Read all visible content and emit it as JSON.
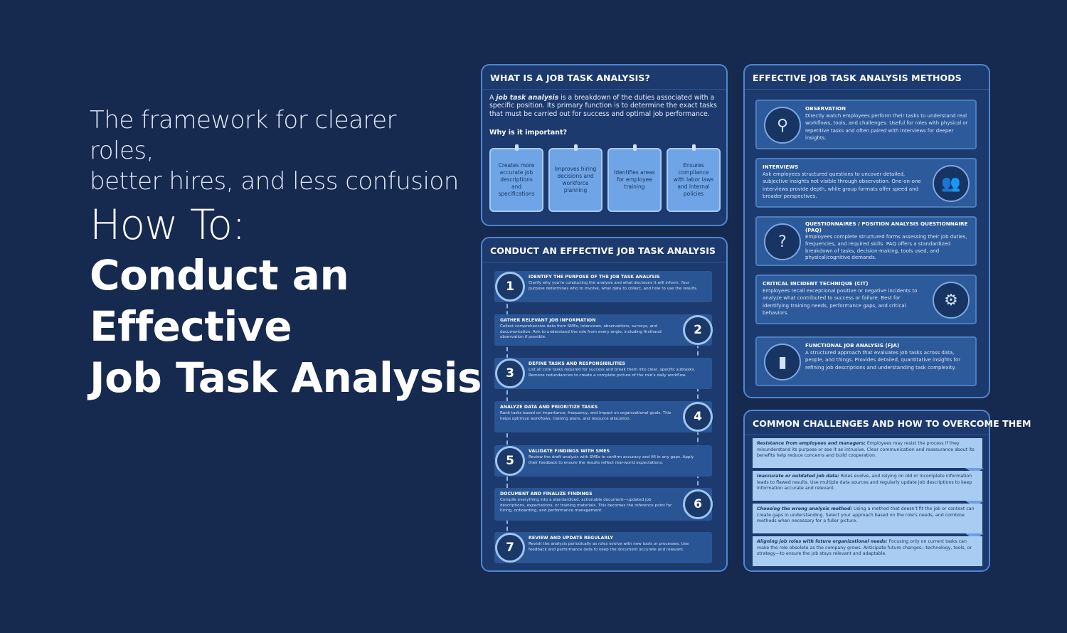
{
  "hero": {
    "tagline_1": "The framework for clearer roles,",
    "tagline_2": "better hires, and less confusion",
    "how_to": "How To:",
    "title_1": "Conduct an",
    "title_2": "Effective",
    "title_3": "Job Task Analysis"
  },
  "what": {
    "title": "WHAT IS A JOB TASK ANALYSIS?",
    "intro_prefix": "A ",
    "intro_term": "job task analysis",
    "intro_rest": " is a breakdown of the duties associated with a specific position. Its primary function is to determine the exact tasks that must be carried out for success and optimal job performance.",
    "why_label": "Why is it important?",
    "reasons": [
      "Creates more accurate job descriptions and specifications",
      "Improves hiring decisions and workforce planning",
      "Identifies areas for employee training",
      "Ensures compliance with labor laws and internal policies"
    ]
  },
  "conduct": {
    "title": "CONDUCT AN EFFECTIVE JOB TASK ANALYSIS",
    "steps": [
      {
        "num": "1",
        "title": "IDENTIFY THE PURPOSE OF THE JOB TASK ANALYSIS",
        "desc": "Clarify why you're conducting the analysis and what decisions it will inform. Your purpose determines who to involve, what data to collect, and how to use the results."
      },
      {
        "num": "2",
        "title": "GATHER RELEVANT JOB INFORMATION",
        "desc": "Collect comprehensive data from SMEs, interviews, observations, surveys, and documentation. Aim to understand the role from every angle, including firsthand observation if possible."
      },
      {
        "num": "3",
        "title": "DEFINE TASKS AND RESPONSIBILITIES",
        "desc": "List all core tasks required for success and break them into clear, specific subtasks. Remove redundancies to create a complete picture of the role's daily workflow."
      },
      {
        "num": "4",
        "title": "ANALYZE DATA AND PRIORITIZE TASKS",
        "desc": "Rank tasks based on importance, frequency, and impact on organizational goals. This helps optimize workflows, training plans, and resource allocation."
      },
      {
        "num": "5",
        "title": "VALIDATE FINDINGS WITH SMES",
        "desc": "Review the draft analysis with SMEs to confirm accuracy and fill in any gaps. Apply their feedback to ensure the results reflect real-world expectations."
      },
      {
        "num": "6",
        "title": "DOCUMENT AND FINALIZE FINDINGS",
        "desc": "Compile everything into a standardized, actionable document—updated job descriptions, expectations, or training materials. This becomes the reference point for hiring, onboarding, and performance management."
      },
      {
        "num": "7",
        "title": "REVIEW AND UPDATE REGULARLY",
        "desc": "Revisit the analysis periodically as roles evolve with new tools or processes. Use feedback and performance data to keep the document accurate and relevant."
      }
    ]
  },
  "methods": {
    "title": "EFFECTIVE JOB TASK ANALYSIS METHODS",
    "items": [
      {
        "title": "OBSERVATION",
        "icon": "magnifier-icon",
        "glyph": "⚲",
        "desc": "Directly watch employees perform their tasks to understand real workflows, tools, and challenges. Useful for roles with physical or repetitive tasks and often paired with interviews for deeper insights."
      },
      {
        "title": "INTERVIEWS",
        "icon": "people-icon",
        "glyph": "👥",
        "desc": "Ask employees structured questions to uncover detailed, subjective insights not visible through observation. One-on-one interviews provide depth, while group formats offer speed and broader perspectives."
      },
      {
        "title": "QUESTIONNAIRES / POSITION ANALYSIS QUESTIONNAIRE (PAQ)",
        "icon": "questionnaire-icon",
        "glyph": "?",
        "desc": "Employees complete structured forms assessing their job duties, frequencies, and required skills. PAQ offers a standardized breakdown of tasks, decision-making, tools used, and physical/cognitive demands."
      },
      {
        "title": "CRITICAL INCIDENT TECHNIQUE (CIT)",
        "icon": "gear-alert-icon",
        "glyph": "⚙",
        "desc": "Employees recall exceptional positive or negative incidents to analyze what contributed to success or failure. Best for identifying training needs, performance gaps, and critical behaviors."
      },
      {
        "title": "FUNCTIONAL JOB ANALYSIS (FJA)",
        "icon": "chart-icon",
        "glyph": "▮",
        "desc": "A structured approach that evaluates job tasks across data, people, and things. Provides detailed, quantitative insights for refining job descriptions and understanding task complexity."
      }
    ]
  },
  "challenges": {
    "title": "COMMON CHALLENGES AND HOW TO OVERCOME THEM",
    "items": [
      {
        "label": "Resistance from employees and managers:",
        "text": " Employees may resist the process if they misunderstand its purpose or see it as intrusive. Clear communication and reassurance about its benefits help reduce concerns and build cooperation."
      },
      {
        "label": "Inaccurate or outdated job data:",
        "text": " Roles evolve, and relying on old or incomplete information leads to flawed results. Use multiple data sources and regularly update job descriptions to keep information accurate and relevant."
      },
      {
        "label": "Choosing the wrong analysis method:",
        "text": " Using a method that doesn't fit the job or context can create gaps in understanding. Select your approach based on the role's needs, and combine methods when necessary for a fuller picture."
      },
      {
        "label": "Aligning job roles with future organizational needs:",
        "text": " Focusing only on current tasks can make the role obsolete as the company grows. Anticipate future changes—technology, tools, or strategy—to ensure the job stays relevant and adaptable."
      }
    ]
  }
}
